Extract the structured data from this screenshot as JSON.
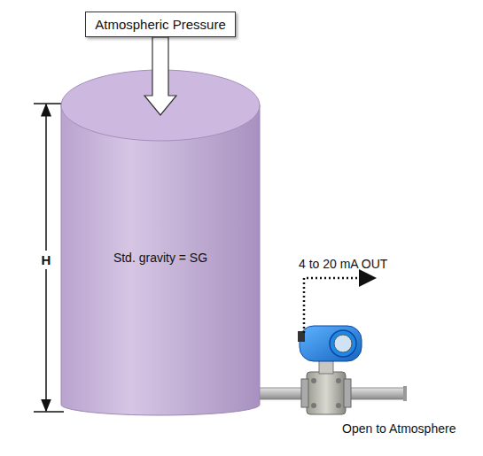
{
  "diagram": {
    "nodes": [
      {
        "text": [
          "Atmospheric Pressure"
        ]
      },
      {
        "text": [
          "Std. gravity = SG"
        ]
      }
    ],
    "edges": [
      {
        "from": 0,
        "to": 1,
        "arrow": "to"
      }
    ],
    "labels": [
      "H",
      "4 to 20 mA OUT",
      "Open to Atmosphere"
    ]
  }
}
